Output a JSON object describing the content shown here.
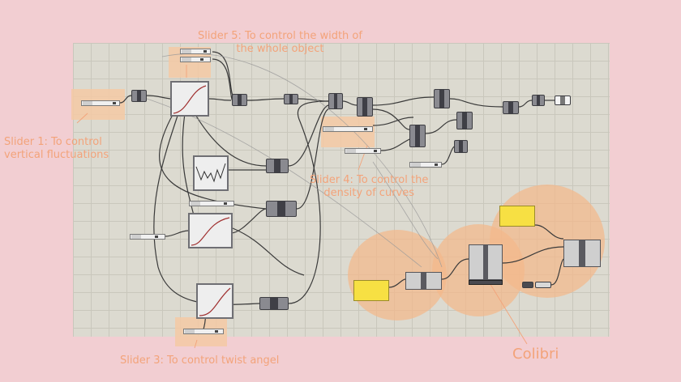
{
  "annotations": {
    "slider5": "Slider 5: To control the width of\nthe whole object",
    "slider1": "Slider 1: To control\nvertical fluctuations",
    "slider4": "Slider 4: To control the\ndensity of curves",
    "slider3": "Slider 3: To control twist angel",
    "colibri": "Colibri"
  },
  "colors": {
    "page_background": "#f2ced2",
    "canvas_background": "#dcdad0",
    "annotation_text": "#f3a37a",
    "highlight": "#f4c9a4",
    "panel_yellow": "#f7e043",
    "wire": "#3a3a3a"
  },
  "icons": [
    "graph-mapper-icon",
    "number-slider-icon",
    "panel-icon"
  ]
}
